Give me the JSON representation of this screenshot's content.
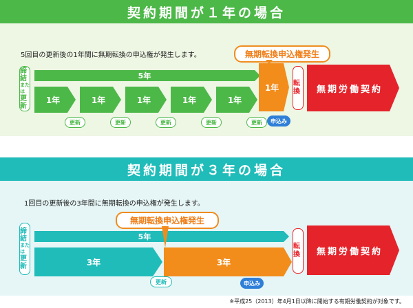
{
  "section1": {
    "title": "契約期間が１年の場合",
    "description": "5回目の更新後の1年間に無期転換の申込権が発生します。",
    "callout": "無期転換申込権発生",
    "total_label": "5年",
    "year_label": "1年",
    "final_year_label": "1年",
    "renewal_label": "更新",
    "application_label": "申込み",
    "conversion_label": "転換",
    "indefinite_label": "無期労働契約",
    "contract_label_top": "締結",
    "contract_label_mid": "または",
    "contract_label_bottom": "更新"
  },
  "section2": {
    "title": "契約期間が３年の場合",
    "description": "1回目の更新後の3年間に無期転換の申込権が発生します。",
    "callout": "無期転換申込権発生",
    "total_label": "5年",
    "first_term_label": "3年",
    "second_term_label": "3年",
    "renewal_label": "更新",
    "application_label": "申込み",
    "conversion_label": "転換",
    "indefinite_label": "無期労働契約",
    "contract_label_top": "締結",
    "contract_label_mid": "または",
    "contract_label_bottom": "更新"
  },
  "footnote": "※平成25（2013）年4月1日以降に開始する有期労働契約が対象です。",
  "colors": {
    "green": "#4cb848",
    "green_bg": "#eef6e4",
    "teal": "#1fbcb9",
    "teal_bg": "#e6f5f5",
    "orange": "#f28c1b",
    "red": "#e5232b",
    "blue": "#2f7fd8"
  }
}
